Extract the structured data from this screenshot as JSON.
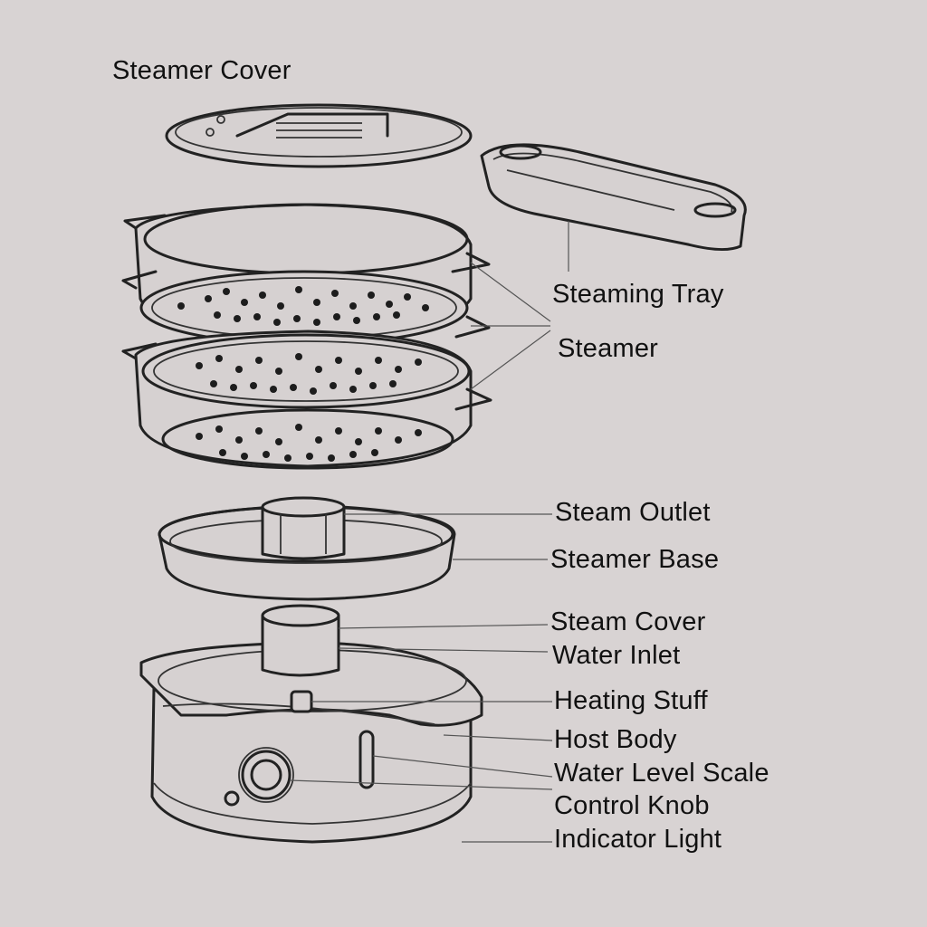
{
  "labels": {
    "steamer_cover": "Steamer Cover",
    "steaming_tray": "Steaming Tray",
    "steamer": "Steamer",
    "steam_outlet": "Steam Outlet",
    "steamer_base": "Steamer Base",
    "steam_cover": "Steam Cover",
    "water_inlet": "Water Inlet",
    "heating_stuff": "Heating Stuff",
    "host_body": "Host Body",
    "water_level_scale": "Water Level Scale",
    "control_knob": "Control Knob",
    "indicator_light": "Indicator Light"
  },
  "colors": {
    "background": "#d8d3d3",
    "line": "#222222",
    "label_text": "#111111"
  }
}
